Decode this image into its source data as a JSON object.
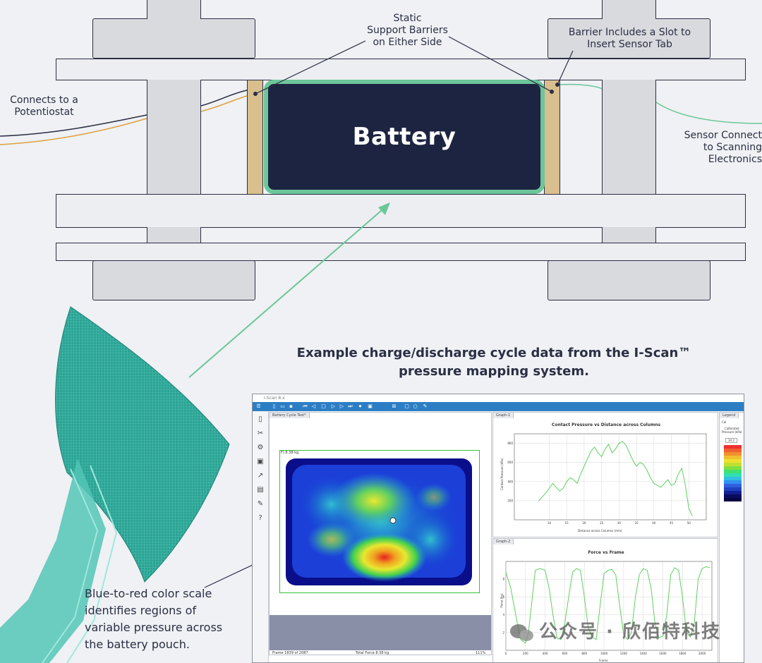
{
  "battery_label": "Battery",
  "notes": {
    "static_barriers": "Static\nSupport Barriers\non Either Side",
    "slot": "Barrier Includes a Slot to\nInsert Sensor Tab",
    "potentiostat": "Connects to a\nPotentiostat",
    "sensor": "Sensor Connect\nto Scanning\nElectronics"
  },
  "caption": "Example charge/discharge cycle data from the I-Scan™\npressure mapping system.",
  "bottom_note": "Blue-to-red color scale\nidentifies regions of\nvariable pressure across\nthe battery pouch.",
  "colors": {
    "dark": "#2a2f44",
    "battery": "#1d2441",
    "green": "#6cc69a",
    "barrier": "#d9bf8e",
    "ribbon": "#2c7ec4"
  },
  "software": {
    "window_title": "I-Scan 8.x",
    "movie_tab": "Battery Cycle Test*",
    "force_label": "F) 8.38 kg",
    "status_left": "Frame 1839 of 2087",
    "status_mid": "Total Force 8.38 kg",
    "status_zoom": "111%",
    "graph1_tab": "Graph-1",
    "graph2_tab": "Graph-2",
    "legend_tab": "Legend",
    "legend_cal": "Cal",
    "legend_title": "Calibrated\nPressure (kPa)",
    "legend_value": "34.2"
  },
  "chart_data": [
    {
      "type": "line",
      "title": "Contact Pressure vs Distance across Columns",
      "xlabel": "Distance across Columns (mm)",
      "ylabel": "Contact Pressure (kPa)",
      "xlim": [
        0,
        55
      ],
      "ylim": [
        0,
        900
      ],
      "xticks": [
        10,
        15,
        20,
        25,
        30,
        35,
        40,
        45,
        50
      ],
      "yticks": [
        200,
        400,
        600,
        800
      ],
      "x": [
        7,
        9,
        10,
        11,
        12,
        13,
        14,
        15,
        16,
        17,
        18,
        19,
        20,
        21,
        22,
        23,
        24,
        25,
        26,
        27,
        28,
        29,
        30,
        31,
        32,
        33,
        34,
        35,
        36,
        37,
        38,
        39,
        40,
        41,
        42,
        43,
        44,
        45,
        46,
        47,
        48,
        49,
        50,
        51
      ],
      "y": [
        200,
        280,
        330,
        380,
        340,
        300,
        330,
        400,
        440,
        420,
        380,
        480,
        560,
        640,
        720,
        760,
        700,
        660,
        740,
        790,
        700,
        740,
        800,
        820,
        780,
        700,
        620,
        560,
        600,
        580,
        520,
        440,
        380,
        360,
        340,
        380,
        420,
        360,
        380,
        480,
        540,
        360,
        120,
        40
      ]
    },
    {
      "type": "line",
      "title": "Force vs Frame",
      "xlabel": "Frame",
      "ylabel": "Force (kg)",
      "xlim": [
        0,
        2100
      ],
      "ylim": [
        0,
        10
      ],
      "xticks": [
        0,
        200,
        400,
        600,
        800,
        1000,
        1200,
        1400,
        1600,
        1800,
        2000
      ],
      "yticks": [
        2,
        4,
        6,
        8
      ],
      "x": [
        0,
        50,
        100,
        150,
        200,
        230,
        260,
        300,
        350,
        400,
        440,
        480,
        520,
        560,
        600,
        640,
        680,
        720,
        760,
        800,
        840,
        880,
        920,
        960,
        1000,
        1040,
        1080,
        1120,
        1160,
        1200,
        1240,
        1280,
        1320,
        1360,
        1400,
        1440,
        1480,
        1520,
        1560,
        1600,
        1640,
        1680,
        1720,
        1760,
        1800,
        1840,
        1880,
        1920,
        1960,
        2000,
        2040,
        2080
      ],
      "y": [
        8.8,
        7,
        4,
        1.2,
        0.8,
        2,
        5,
        9,
        9.2,
        9,
        7,
        4,
        1.4,
        1.2,
        3,
        6,
        8.8,
        9.2,
        9,
        6,
        2.5,
        1.5,
        1.2,
        5,
        8.6,
        9,
        9.1,
        8.5,
        5,
        1.8,
        1.2,
        2,
        6,
        8.5,
        9.2,
        9,
        7,
        3,
        1.4,
        1.6,
        4,
        8.5,
        9.3,
        9,
        6,
        2,
        1.5,
        3,
        8,
        9.2,
        9.4,
        9.3
      ]
    }
  ]
}
